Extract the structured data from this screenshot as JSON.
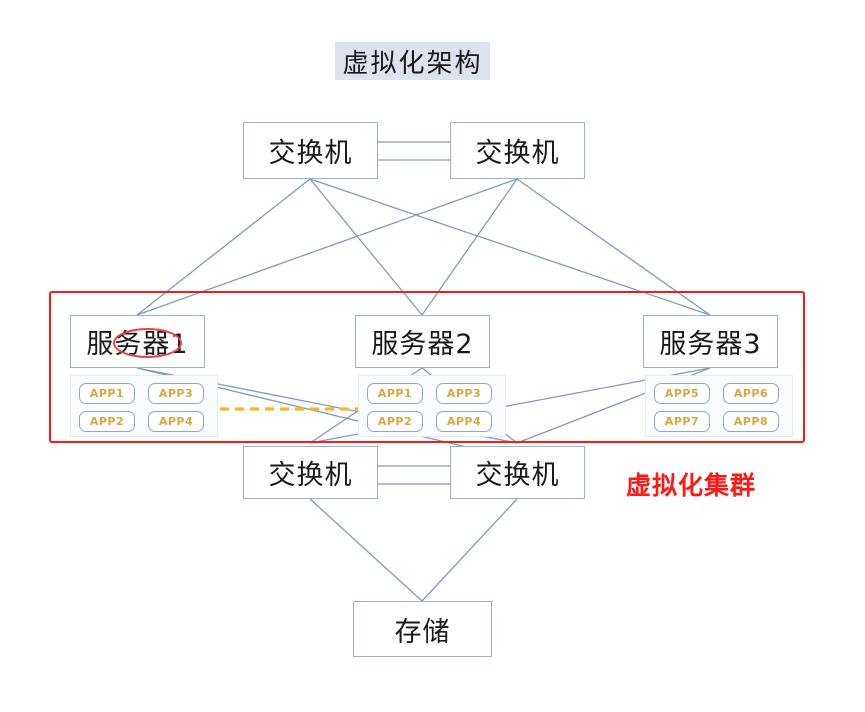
{
  "title": {
    "text": "虚拟化架构"
  },
  "cluster": {
    "label": "虚拟化集群",
    "color": "#fb1a16"
  },
  "switches": {
    "top": [
      {
        "id": "switch-top-left",
        "label": "交换机"
      },
      {
        "id": "switch-top-right",
        "label": "交换机"
      }
    ],
    "bottom": [
      {
        "id": "switch-bottom-left",
        "label": "交换机"
      },
      {
        "id": "switch-bottom-right",
        "label": "交换机"
      }
    ]
  },
  "servers": [
    {
      "id": "server-1",
      "label": "服务器1",
      "annotated": true,
      "annotation": "red-ellipse-strikethrough",
      "apps": [
        "APP1",
        "APP3",
        "APP2",
        "APP4"
      ]
    },
    {
      "id": "server-2",
      "label": "服务器2",
      "annotated": false,
      "apps": [
        "APP1",
        "APP3",
        "APP2",
        "APP4"
      ]
    },
    {
      "id": "server-3",
      "label": "服务器3",
      "annotated": false,
      "apps": [
        "APP5",
        "APP6",
        "APP7",
        "APP8"
      ]
    }
  ],
  "storage": {
    "label": "存储"
  },
  "migration_arrow": {
    "from": "server-1",
    "to": "server-2",
    "style": "dashed",
    "color": "#ffb51e"
  },
  "colors": {
    "line": "#8199c7",
    "box_border": "#9aafd4",
    "app_text": "#d9a642",
    "title_bg": "#dce3ef",
    "cluster_red": "#fb1a16",
    "arrow_orange": "#ffb51e"
  }
}
